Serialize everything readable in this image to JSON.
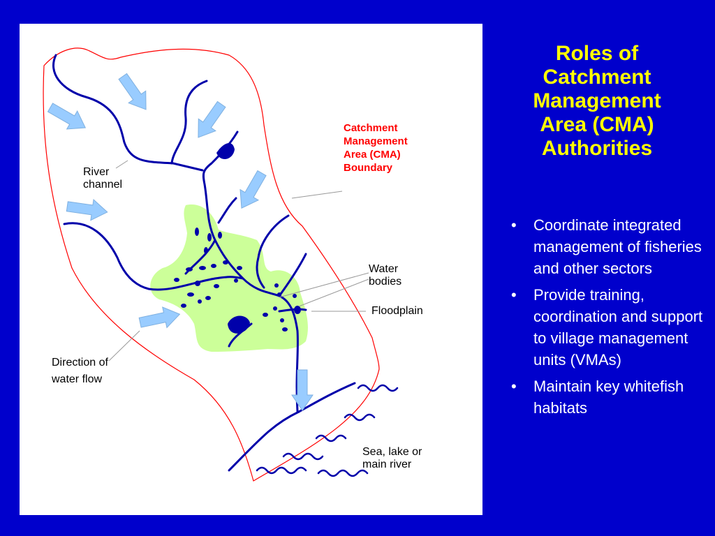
{
  "slide": {
    "title_lines": [
      "Roles of",
      "Catchment",
      "Management",
      "Area (CMA)",
      "Authorities"
    ],
    "bullets": [
      "Coordinate integrated management of fisheries and other sectors",
      "Provide training, coordination and support to village management units (VMAs)",
      "Maintain key whitefish habitats"
    ],
    "bullet_symbol": "•"
  },
  "diagram": {
    "labels": {
      "river_channel": [
        "River",
        "channel"
      ],
      "cma_boundary": [
        "Catchment",
        "Management",
        "Area (CMA)",
        "Boundary"
      ],
      "water_bodies": [
        "Water",
        "bodies"
      ],
      "floodplain": "Floodplain",
      "flow_direction": [
        "Direction of",
        "water flow"
      ],
      "sea_lake": [
        "Sea, lake or",
        "main river"
      ]
    },
    "colors": {
      "background": "#0000cc",
      "title": "#ffff00",
      "bullet_text": "#ffffff",
      "boundary": "#ff0000",
      "river": "#0000aa",
      "floodplain": "#ccff99",
      "arrow": "#99ccff"
    }
  }
}
